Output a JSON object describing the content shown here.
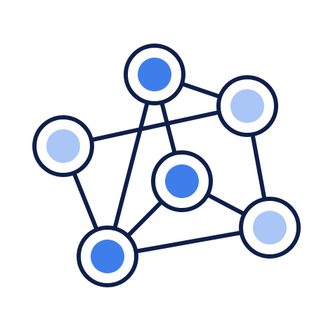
{
  "icon": "network-graph-icon",
  "colors": {
    "stroke": "#0F1F4A",
    "background": "#FFFFFF",
    "node_fill": "#FFFFFF",
    "accent_dark": "#3D7EEA",
    "accent_light": "#A9C6F7"
  },
  "nodes": [
    {
      "id": "top",
      "style": "dark"
    },
    {
      "id": "top-right",
      "style": "light"
    },
    {
      "id": "left",
      "style": "light"
    },
    {
      "id": "center",
      "style": "dark"
    },
    {
      "id": "bottom-left",
      "style": "dark"
    },
    {
      "id": "bottom-right",
      "style": "light"
    }
  ],
  "edges": [
    [
      "top",
      "top-right"
    ],
    [
      "top",
      "center"
    ],
    [
      "top",
      "bottom-left"
    ],
    [
      "left",
      "top-right"
    ],
    [
      "left",
      "bottom-left"
    ],
    [
      "center",
      "bottom-left"
    ],
    [
      "center",
      "bottom-right"
    ],
    [
      "top-right",
      "bottom-right"
    ],
    [
      "bottom-left",
      "bottom-right"
    ]
  ]
}
